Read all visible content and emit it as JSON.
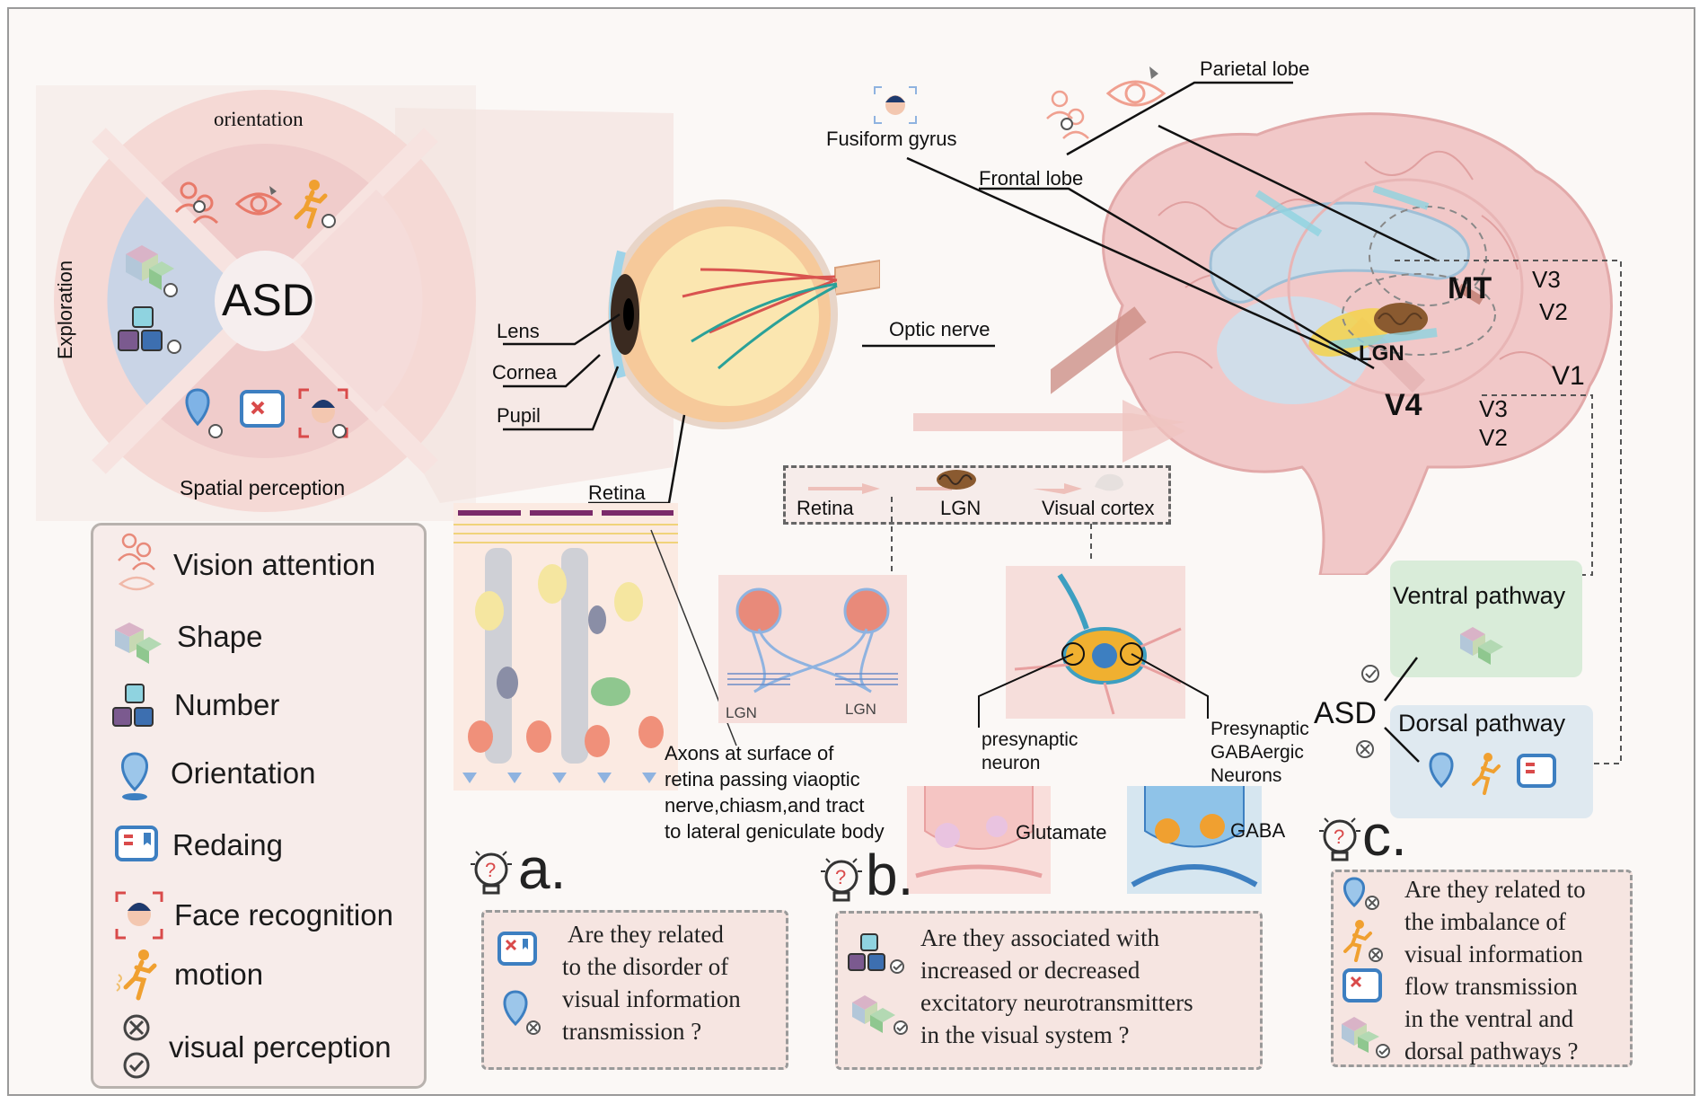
{
  "wheel": {
    "center_label": "ASD",
    "top_label": "orientation",
    "left_label": "Exploration",
    "bottom_label": "Spatial perception"
  },
  "legend": {
    "items": [
      {
        "label": "Vision attention",
        "icon": "vision-attention-icon"
      },
      {
        "label": "Shape",
        "icon": "shape-cubes-icon"
      },
      {
        "label": "Number",
        "icon": "number-blocks-icon"
      },
      {
        "label": "Orientation",
        "icon": "location-pin-icon"
      },
      {
        "label": "Redaing",
        "icon": "reading-book-icon"
      },
      {
        "label": "Face recognition",
        "icon": "face-scan-icon"
      },
      {
        "label": "motion",
        "icon": "running-person-icon"
      },
      {
        "label": "visual perception",
        "icon": "check-cross-icon"
      }
    ]
  },
  "eye": {
    "lens": "Lens",
    "cornea": "Cornea",
    "pupil": "Pupil",
    "optic_nerve": "Optic nerve",
    "retina": "Retina",
    "axons_caption": [
      "Axons at surface of",
      "retina passing viaoptic",
      "nerve,chiasm,and tract",
      "to lateral geniculate body"
    ]
  },
  "brain": {
    "parietal": "Parietal lobe",
    "fusiform": "Fusiform gyrus",
    "frontal": "Frontal lobe",
    "mt": "MT",
    "v3_top": "V3",
    "v2_top": "V2",
    "lgn": "LGN",
    "v1": "V1",
    "v4": "V4",
    "v3_bottom": "V3",
    "v2_bottom": "V2"
  },
  "pathway_box": {
    "retina": "Retina",
    "lgn": "LGN",
    "visual_cortex": "Visual cortex"
  },
  "chiasm": {
    "lgn_left": "LGN",
    "lgn_right": "LGN"
  },
  "neuron": {
    "presynaptic": [
      "presynaptic",
      "neuron"
    ],
    "gabaergic": [
      "Presynaptic",
      "GABAergic",
      "Neurons"
    ],
    "glutamate": "Glutamate",
    "gaba": "GABA"
  },
  "pathways": {
    "ventral": "Ventral pathway",
    "dorsal": "Dorsal  pathway",
    "asd": "ASD"
  },
  "questions": {
    "a": {
      "letter": "a.",
      "lines": [
        "Are they related",
        "to the disorder of",
        "visual information",
        "transmission ?"
      ]
    },
    "b": {
      "letter": "b.",
      "lines": [
        "Are they associated with",
        "increased or decreased",
        "excitatory neurotransmitters",
        "in the visual system ?"
      ]
    },
    "c": {
      "letter": "c.",
      "lines": [
        "Are they related to",
        "the imbalance of",
        "visual information",
        "flow transmission",
        "in the ventral and",
        "dorsal pathways ?"
      ]
    }
  },
  "colors": {
    "wheel_pink": "#f2cfcf",
    "wheel_blue": "#c7d3e6",
    "wheel_outer": "#f5d9d5",
    "brain_pink": "#f1c8c8",
    "ventral_green": "#d9ecd9",
    "dorsal_blue": "#dfe9f0",
    "accent_blue": "#3d7fc1",
    "accent_orange": "#f0a030",
    "accent_red": "#d94a4a"
  }
}
